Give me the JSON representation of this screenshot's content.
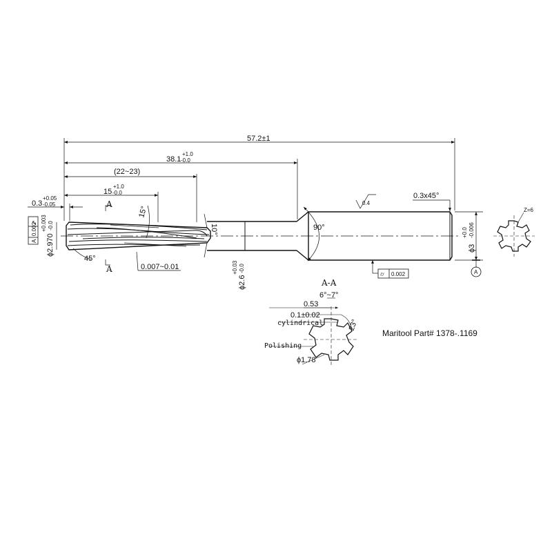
{
  "drawing": {
    "overall_length": "57.2±1",
    "flute_to_shank_length": {
      "base": "38.1",
      "upper": "+1.0",
      "lower": "-0.0"
    },
    "flute_length_range": "(22~23)",
    "cutting_length": {
      "base": "15",
      "upper": "+1.0",
      "lower": "-0.0"
    },
    "chamfer_front": {
      "base": "0.3",
      "upper": "+0.05",
      "lower": "-0.05"
    },
    "cutting_diameter": {
      "base": "ϕ2.970",
      "upper": "+0.003",
      "lower": "-0.0"
    },
    "runout_callout": [
      "↗",
      "0.002",
      "A"
    ],
    "neck_diameter": {
      "base": "ϕ2.6",
      "upper": "+0.03",
      "lower": "-0.0"
    },
    "shank_diameter": {
      "base": "ϕ3",
      "upper": "+0.0",
      "lower": "-0.006"
    },
    "shank_chamfer": "0.3x45°",
    "angle_front": "45°",
    "angle_helix": "15°",
    "angle_taper": "10°",
    "angle_shoulder": "90°",
    "back_taper": "0.007~0.01",
    "surface_roughness": "0.4",
    "cylindricity_callout": [
      "⌭",
      "0.002"
    ],
    "datum": "A",
    "section_marker": "A",
    "flute_count": "Z=6",
    "section": {
      "title": "A-A",
      "rake_angle": "6°~7°",
      "land_width": "0.53",
      "margin": "0.1±0.02",
      "margin_label": "cylindrical",
      "relief_angle": "23°",
      "polishing_label": "Polishing",
      "core_diameter": "ϕ1.78"
    },
    "part_number": "Maritool Part# 1378-.1169"
  }
}
